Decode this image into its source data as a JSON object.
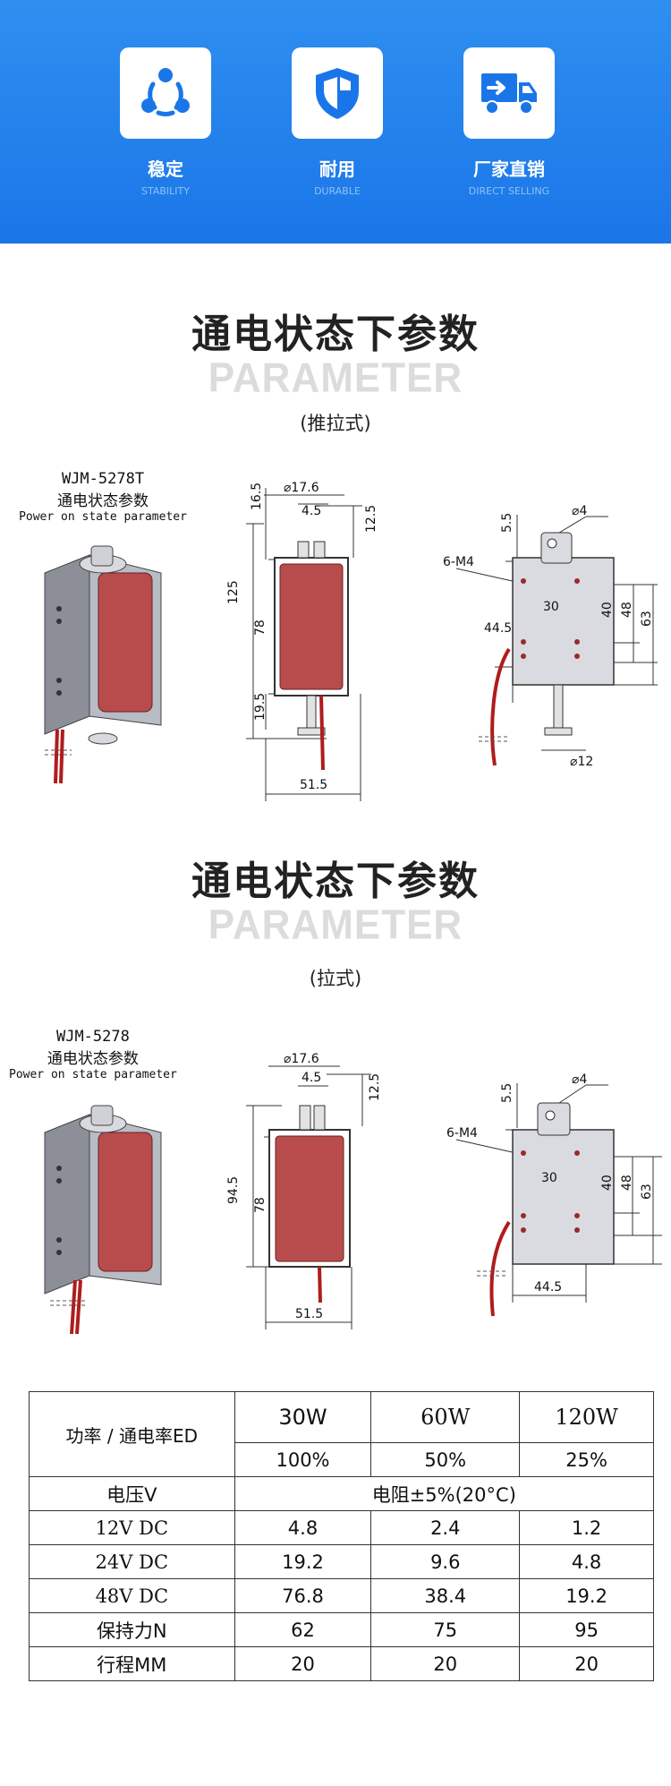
{
  "features": [
    {
      "icon": "share-icon",
      "title": "稳定",
      "subtitle": "STABILITY"
    },
    {
      "icon": "shield-icon",
      "title": "耐用",
      "subtitle": "DURABLE"
    },
    {
      "icon": "truck-icon",
      "title": "厂家直销",
      "subtitle": "DIRECT SELLING"
    }
  ],
  "sections": [
    {
      "title": "通电状态下参数",
      "title_en": "PARAMETER",
      "subtitle": "(推拉式)",
      "model": "WJM-5278T",
      "caption_zh": "通电状态参数",
      "caption_en": "Power on state parameter",
      "front_dims": {
        "dia": "17.6",
        "pin": "4.5",
        "top": "16.5",
        "right_top": "12.5",
        "overall": "125",
        "body": "78",
        "bottom": "19.5",
        "width": "51.5"
      },
      "side_dims": {
        "dia": "4",
        "top": "5.5",
        "thread": "6-M4",
        "hole": "30",
        "h40": "40",
        "h48": "48",
        "h63": "63",
        "w": "44.5",
        "plunger": "12"
      }
    },
    {
      "title": "通电状态下参数",
      "title_en": "PARAMETER",
      "subtitle": "(拉式)",
      "model": "WJM-5278",
      "caption_zh": "通电状态参数",
      "caption_en": "Power on state parameter",
      "front_dims": {
        "dia": "17.6",
        "pin": "4.5",
        "right_top": "12.5",
        "overall": "94.5",
        "body": "78",
        "width": "51.5"
      },
      "side_dims": {
        "dia": "4",
        "top": "5.5",
        "thread": "6-M4",
        "hole": "30",
        "h40": "40",
        "h48": "48",
        "h63": "63",
        "w": "44.5"
      }
    }
  ],
  "table": {
    "header_label": "功率 / 通电率ED",
    "powers": [
      "30W",
      "60W",
      "120W"
    ],
    "duty": [
      "100%",
      "50%",
      "25%"
    ],
    "voltage_label": "电压V",
    "resistance_label": "电阻±5%(20°C)",
    "rows": [
      {
        "label": "12V DC",
        "values": [
          "4.8",
          "2.4",
          "1.2"
        ]
      },
      {
        "label": "24V DC",
        "values": [
          "19.2",
          "9.6",
          "4.8"
        ]
      },
      {
        "label": "48V DC",
        "values": [
          "76.8",
          "38.4",
          "19.2"
        ]
      },
      {
        "label": "保持力N",
        "values": [
          "62",
          "75",
          "95"
        ]
      },
      {
        "label": "行程MM",
        "values": [
          "20",
          "20",
          "20"
        ]
      }
    ]
  },
  "colors": {
    "banner": "#1a76e8",
    "icon": "#1a76e8",
    "coil": "#b84c4c"
  }
}
